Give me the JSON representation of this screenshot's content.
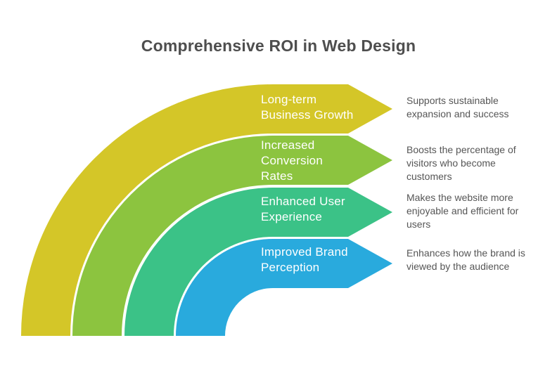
{
  "title": "Comprehensive ROI in Web Design",
  "diagram": {
    "type": "curved-rainbow-arrow-list",
    "bands": [
      {
        "id": "long-term-business-growth",
        "label": "Long-term\nBusiness Growth",
        "description": "Supports sustainable\nexpansion and success",
        "color": "#d4c628"
      },
      {
        "id": "increased-conversion-rates",
        "label": "Increased\nConversion\nRates",
        "description": "Boosts the percentage of\nvisitors who become\ncustomers",
        "color": "#8cc43f"
      },
      {
        "id": "enhanced-user-experience",
        "label": "Enhanced User\nExperience",
        "description": "Makes the website more\nenjoyable and efficient for\nusers",
        "color": "#3bc287"
      },
      {
        "id": "improved-brand-perception",
        "label": "Improved Brand\nPerception",
        "description": "Enhances how the brand is\nviewed by the audience",
        "color": "#29aadd"
      }
    ],
    "text_colors": {
      "title": "#4e4e4e",
      "band_label": "#ffffff",
      "description": "#565656"
    },
    "background": "#ffffff"
  }
}
